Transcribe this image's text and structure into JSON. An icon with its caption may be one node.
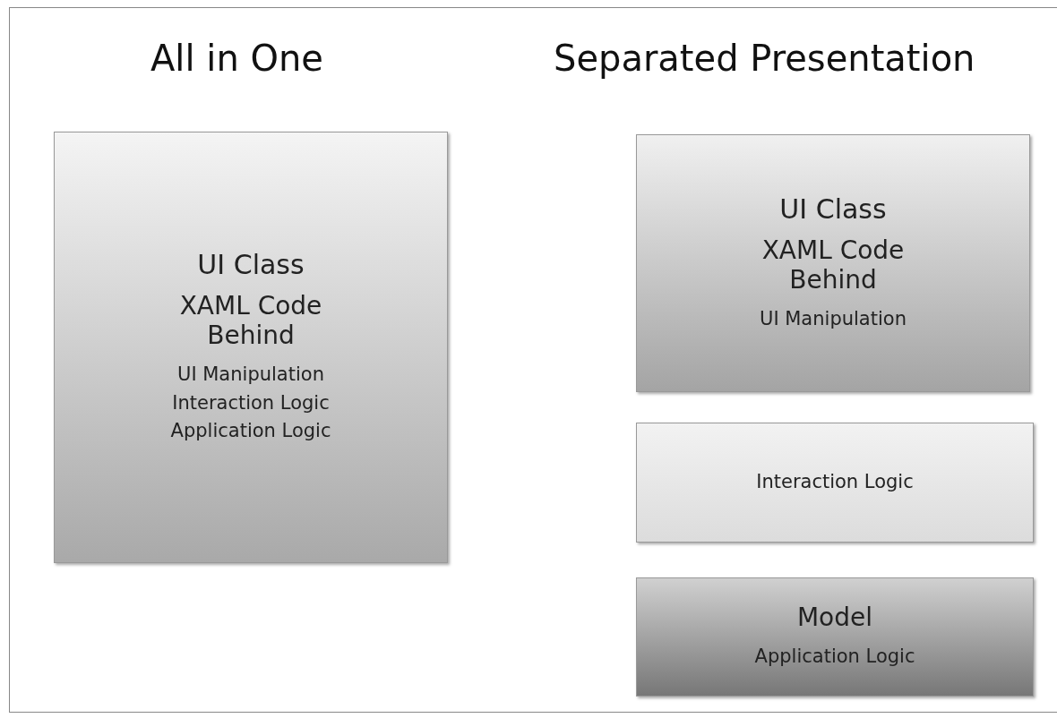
{
  "diagram": {
    "nodes": [
      {
        "text": [
          "UI Class",
          "XAML Code Behind",
          "UI Manipulation Interaction Logic Application Logic"
        ]
      },
      {
        "text": [
          "UI Class",
          "XAML Code Behind",
          "UI Manipulation"
        ]
      },
      {
        "text": [
          "Interaction Logic"
        ]
      },
      {
        "text": [
          "Model",
          "Application Logic"
        ]
      }
    ],
    "edges": [],
    "labels": [
      "All in One",
      "Separated Presentation"
    ]
  }
}
